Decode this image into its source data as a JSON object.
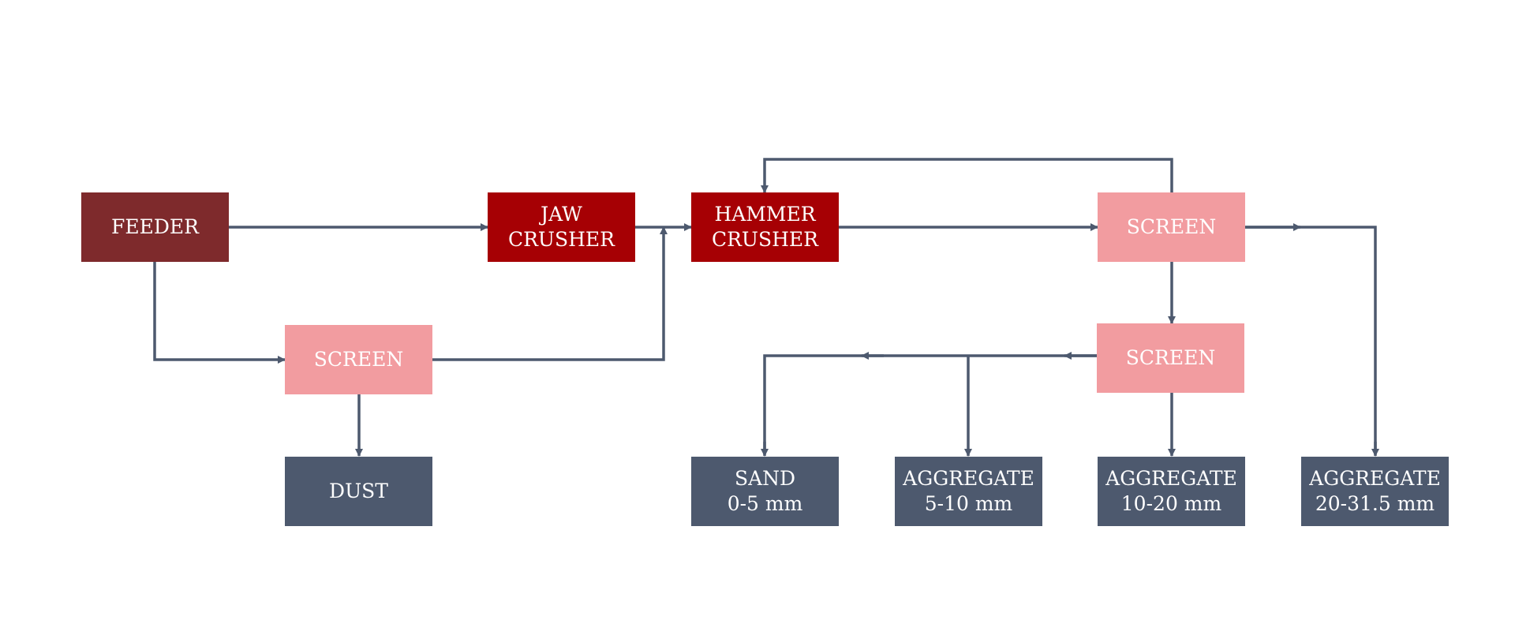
{
  "colors": {
    "feeder": "#7e2a2c",
    "crusher": "#a60004",
    "screen": "#f29ca0",
    "product": "#4d596e",
    "line": "#4d596e"
  },
  "nodes": {
    "feeder": {
      "lines": [
        "FEEDER"
      ]
    },
    "jaw_crusher": {
      "lines": [
        "JAW",
        "CRUSHER"
      ]
    },
    "hammer_crusher": {
      "lines": [
        "HAMMER",
        "CRUSHER"
      ]
    },
    "screen_top": {
      "lines": [
        "SCREEN"
      ]
    },
    "screen_mid": {
      "lines": [
        "SCREEN"
      ]
    },
    "screen_left": {
      "lines": [
        "SCREEN"
      ]
    },
    "dust": {
      "lines": [
        "DUST"
      ]
    },
    "sand": {
      "lines": [
        "SAND",
        "0-5 mm"
      ]
    },
    "aggregate_5_10": {
      "lines": [
        "AGGREGATE",
        "5-10 mm"
      ]
    },
    "aggregate_10_20": {
      "lines": [
        "AGGREGATE",
        "10-20 mm"
      ]
    },
    "aggregate_20_31": {
      "lines": [
        "AGGREGATE",
        "20-31.5 mm"
      ]
    }
  }
}
